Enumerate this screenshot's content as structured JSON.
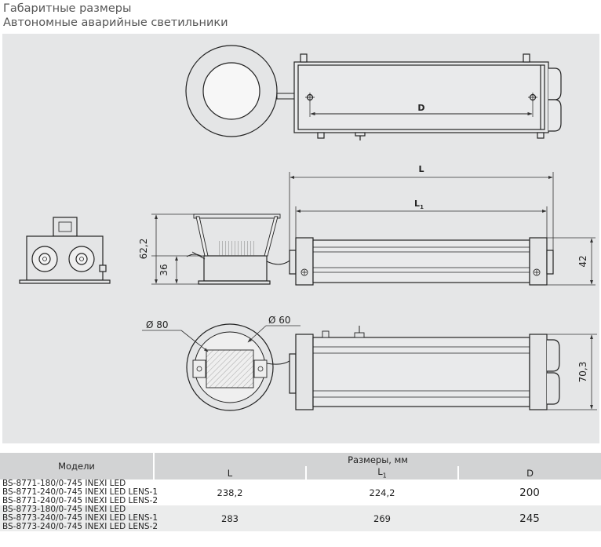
{
  "header": {
    "title": "Габаритные размеры",
    "subtitle": "Автономные аварийные светильники"
  },
  "drawing": {
    "dim_D": "D",
    "dim_L": "L",
    "dim_L1_main": "L",
    "dim_L1_sub": "1",
    "dim_42": "42",
    "dim_36": "36",
    "dim_62_2": "62,2",
    "dim_70_3": "70,3",
    "dim_d80": "Ø 80",
    "dim_d60": "Ø 60"
  },
  "table": {
    "col_models": "Модели",
    "col_sizes": "Размеры, мм",
    "sub_L": "L",
    "sub_L1_main": "L",
    "sub_L1_sub": "1",
    "sub_D": "D",
    "rows": [
      {
        "model_1": "BS-8771-180/0-745 INEXI LED",
        "model_2": "BS-8771-240/0-745 INEXI LED LENS-1",
        "model_3": "BS-8771-240/0-745 INEXI LED LENS-2",
        "L": "238,2",
        "L1": "224,2",
        "D": "200"
      },
      {
        "model_1": "BS-8773-180/0-745 INEXI LED",
        "model_2": "BS-8773-240/0-745 INEXI LED LENS-1",
        "model_3": "BS-8773-240/0-745 INEXI LED LENS-2",
        "L": "283",
        "L1": "269",
        "D": "245"
      }
    ]
  }
}
